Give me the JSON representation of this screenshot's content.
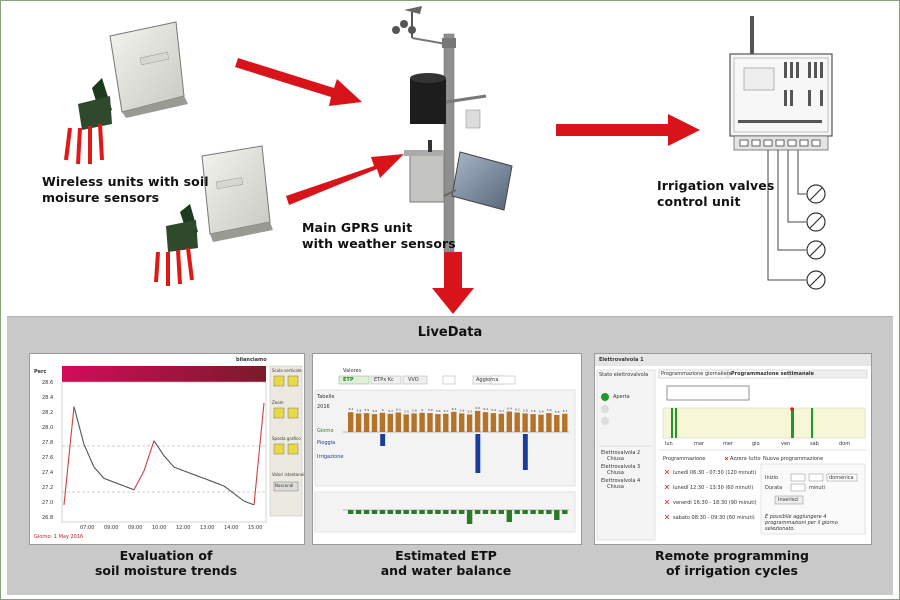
{
  "labels": {
    "wireless_line1": "Wireless units with soil",
    "wireless_line2": "moisure sensors",
    "gprs_line1": "Main GPRS unit",
    "gprs_line2": "with weather sensors",
    "valves_line1": "Irrigation valves",
    "valves_line2": "control unit"
  },
  "livedata": {
    "title": "LiveData",
    "captions": [
      {
        "line1": "Evaluation of",
        "line2": "soil moisture trends"
      },
      {
        "line1": "Estimated ETP",
        "line2": "and water balance"
      },
      {
        "line1": "Remote programming",
        "line2": "of irrigation cycles"
      }
    ]
  },
  "moisture_shot": {
    "title": "bilanciamo",
    "y_ticks": [
      "28.6",
      "28.4",
      "28.2",
      "28.0",
      "27.8",
      "27.6",
      "27.4",
      "27.2",
      "27.0",
      "26.8"
    ],
    "x_ticks": [
      "07:00",
      "09:00",
      "09:00",
      "10:00",
      "12:00",
      "13:00",
      "14:00",
      "15:00"
    ],
    "footer": "Giorno: 1 May 2016",
    "side_labels": [
      "Scala verticale",
      "Zoom",
      "Sposta grafico",
      "Valori istantanei"
    ],
    "button": "Nascondi",
    "chart_data": {
      "type": "line",
      "series": [
        {
          "values": [
            27.0,
            28.3,
            27.8,
            27.5,
            27.35,
            27.3,
            27.25,
            27.2,
            27.45,
            27.85,
            27.65,
            27.5,
            27.45,
            27.4,
            27.35,
            27.3,
            27.25,
            27.15,
            27.05,
            27.0,
            28.35
          ]
        }
      ],
      "ylim": [
        26.8,
        28.6
      ],
      "colors": {
        "line": "#555555",
        "rise": "#d04040",
        "band_start": "#d40b5a",
        "band_end": "#7a1a2a"
      }
    }
  },
  "etp_shot": {
    "tabs": [
      "ETP",
      "ETPx Kc",
      "VVO"
    ],
    "group_label": "Valores",
    "buttons": [
      "Aggiorna"
    ],
    "side_labels": [
      "Tabelle",
      "2016",
      "Giorno",
      "Pioggia",
      "Irrigazione"
    ],
    "chart_data": {
      "type": "bar",
      "series": [
        {
          "values": [
            6.2,
            5.8,
            5.9,
            5.6,
            6.0,
            5.7,
            6.1,
            5.5,
            5.8,
            6.0,
            5.9,
            5.6,
            5.7,
            6.3,
            5.8,
            5.5,
            6.6,
            6.2,
            5.9,
            5.7,
            6.4,
            6.1,
            5.8,
            5.6,
            5.4,
            5.9,
            5.3,
            5.7
          ]
        },
        {
          "values": [
            0,
            0,
            0,
            0,
            -2.0,
            0,
            0,
            0,
            0,
            0,
            0,
            0,
            0,
            0,
            0,
            0,
            -6.5,
            0,
            0,
            0,
            0,
            0,
            -6.0,
            0,
            0,
            0,
            0,
            0
          ]
        },
        {
          "values": [
            -1,
            -1,
            -1,
            -1,
            -1,
            -1,
            -1,
            -1,
            -1,
            -1,
            -1,
            -1,
            -1,
            -1,
            -1,
            -3.5,
            -1,
            -1,
            -1,
            -1,
            -3.0,
            -1,
            -1,
            -1,
            -1,
            -1,
            -2.5,
            -1
          ]
        }
      ],
      "colors": {
        "etp": "#b5732a",
        "rain": "#1c3c9c",
        "balance": "#2a7a2a"
      }
    }
  },
  "prog_shot": {
    "header": "Elettrovalvola 1",
    "state_label": "Stato elettrovalvola",
    "state_value": "Aperta",
    "tabs": [
      "Programmazione giornaliera",
      "Programmazione settimanale"
    ],
    "days": [
      "lun",
      "mar",
      "mer",
      "gio",
      "ven",
      "sab",
      "dom"
    ],
    "valves": [
      {
        "name": "Elettrovalvola 2",
        "state": "Chiusa"
      },
      {
        "name": "Elettrovalvola 3",
        "state": "Chiusa"
      },
      {
        "name": "Elettrovalvola 4",
        "state": "Chiusa"
      }
    ],
    "programs_title": "Programmazione",
    "delete_all": "Azzera tutto",
    "programs": [
      "lunedì 06:30 - 07:30 (120 minuti)",
      "lunedì 12:30 - 13:30 (60 minuti)",
      "venerdì 16:30 - 18:30 (90 minuti)",
      "sabato 08:30 - 09:30 (60 minuti)"
    ],
    "new_title": "Nuova programmazione",
    "new_fields": [
      "Inizio",
      "Durata"
    ],
    "day_select": "domenica",
    "minutes_label": "minuti",
    "add_button": "Inserisci",
    "note": "È possibile aggiungere 4 programmazioni per il giorno selezionato."
  }
}
